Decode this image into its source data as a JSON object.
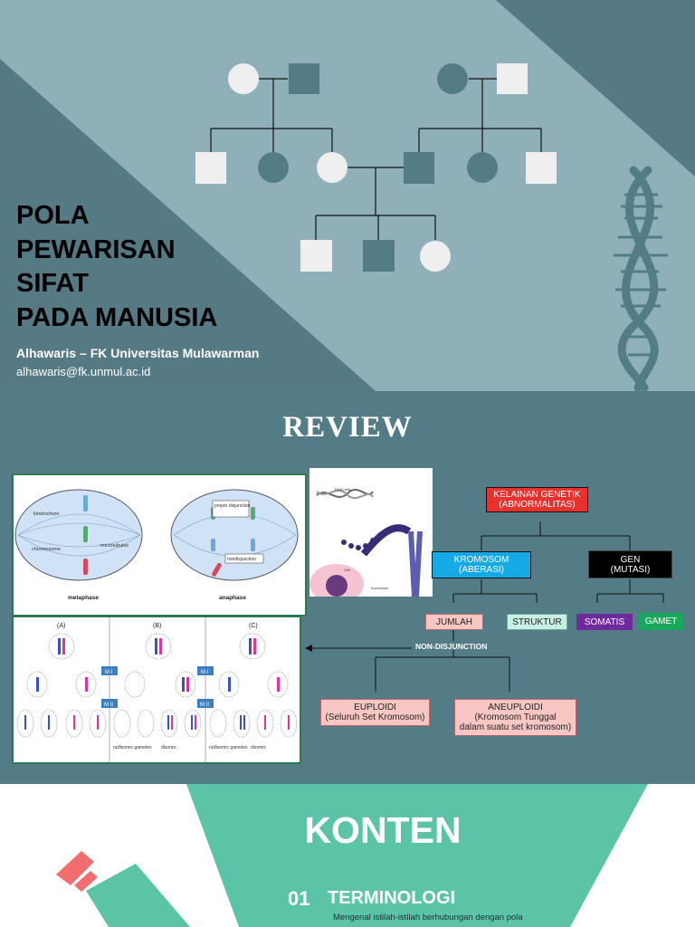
{
  "slide1": {
    "title_lines": [
      "POLA",
      "PEWARISAN",
      "SIFAT",
      "PADA MANUSIA"
    ],
    "author": "Alhawaris – FK Universitas Mulawarman",
    "email": "alhawaris@fk.unmul.ac.id",
    "colors": {
      "bg_light": "#8fb0b9",
      "bg_dark": "#557a84",
      "dark_shape": "#537c86",
      "white": "#efefef"
    }
  },
  "slide2": {
    "title": "REVIEW",
    "figure_left_top": {
      "labels": {
        "kinetochore": "kinetochore",
        "chromosome": "chromosome",
        "microtubules": "microtubules",
        "metaphase": "metaphase",
        "proper_disjunction": "proper disjunction",
        "nondisjunction": "nondisjunction",
        "anaphase": "anaphase"
      }
    },
    "figure_left_bottom": {
      "panels": [
        "(A)",
        "(B)",
        "(C)"
      ],
      "stage_1": "M I",
      "stage_2": "M II",
      "nullisomic": "nullisomic gametes",
      "disomic": "disomic",
      "nullisomic2": "nullisomic gametes",
      "disomic2": "disomic"
    },
    "figure_dna": {
      "dna_helix": "DNA helix",
      "cell": "Cell",
      "kromosom": "Kromosom"
    },
    "chart": {
      "root": {
        "line1": "KELAINAN GENETIK",
        "line2": "(ABNORMALITAS)"
      },
      "kromosom": {
        "line1": "KROMOSOM",
        "line2": "(ABERASI)"
      },
      "gen": {
        "line1": "GEN",
        "line2": "(MUTASI)"
      },
      "jumlah": "JUMLAH",
      "struktur": "STRUKTUR",
      "somatis": "SOMATIS",
      "gamet": "GAMET",
      "nondisjunction": "NON-DISJUNCTION",
      "euploidi": {
        "line1": "EUPLOIDI",
        "line2": "(Seluruh Set Kromosom)"
      },
      "aneuploidi": {
        "line1": "ANEUPLOIDI",
        "line2": "(Kromosom Tunggal",
        "line3": "dalam suatu set kromosom)"
      }
    },
    "colors": {
      "bg": "#547c86",
      "red": "#e8302d",
      "blue": "#15a9e6",
      "black": "#000000",
      "pink": "#f8c7c4",
      "mint": "#c9efe4",
      "purple": "#6f2b9e",
      "green": "#1aa95c"
    }
  },
  "slide3": {
    "title": "KONTEN",
    "item_number": "01",
    "item_title": "TERMINOLOGI",
    "item_desc": "Mengenal istilah-istilah berhubungan dengan pola",
    "colors": {
      "mint": "#5bc4a7",
      "coral": "#f26d6d"
    }
  }
}
